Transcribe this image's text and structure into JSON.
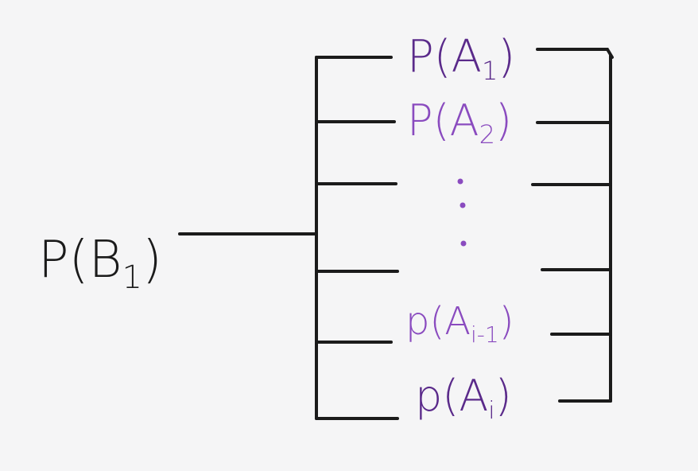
{
  "source": {
    "label_prefix": "P(B",
    "label_subscript": "1",
    "label_suffix": ")"
  },
  "branches": [
    {
      "prefix": "P(A",
      "subscript": "1",
      "suffix": ")"
    },
    {
      "prefix": "P(A",
      "subscript": "2",
      "suffix": ")"
    },
    {
      "prefix": "p(A",
      "subscript": "i-1",
      "suffix": ")"
    },
    {
      "prefix": "p(A",
      "subscript": "i",
      "suffix": ")"
    }
  ],
  "colors": {
    "ink": "#1b1b1b",
    "purple_dark": "#5a2a8a",
    "purple_light": "#8a4bbf",
    "background": "#f5f5f6"
  }
}
